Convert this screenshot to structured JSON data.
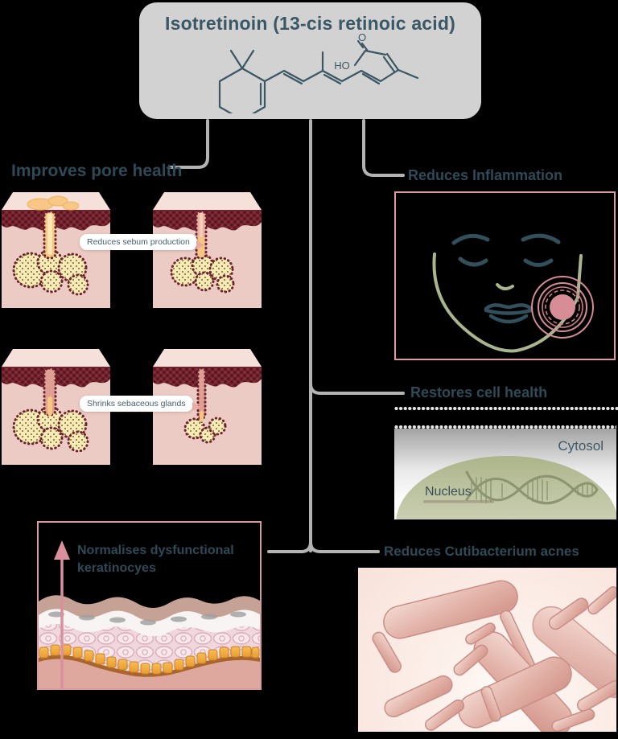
{
  "title_box": {
    "title": "Isotretinoin (13-cis retinoic acid)",
    "molecule": {
      "label_ho": "HO",
      "label_o": "O"
    }
  },
  "sections": {
    "pore_health": {
      "heading": "Improves pore health",
      "label_sebum": "Reduces sebum production",
      "label_glands": "Shrinks sebaceous glands"
    },
    "inflammation": {
      "heading": "Reduces Inflammation"
    },
    "cell_health": {
      "heading": "Restores cell health",
      "cytosol": "Cytosol",
      "nucleus": "Nucleus"
    },
    "keratinocytes": {
      "heading_line1": "Normalises dysfunctional",
      "heading_line2": "keratinocyes"
    },
    "c_acnes": {
      "heading": "Reduces Cutibacterium acnes"
    }
  },
  "colors": {
    "background": "#000000",
    "panel_gray": "#d2d2d2",
    "connector_gray": "#b3b3b3",
    "heading_teal": "#2e4a57",
    "accent_pink": "#d98f96",
    "border_pink": "#dc9ba3",
    "sage_green": "#a9b58c",
    "olive_green": "#8d9471",
    "epidermis_maroon": "#74242f",
    "sebum_yellow": "#f6c77e"
  }
}
